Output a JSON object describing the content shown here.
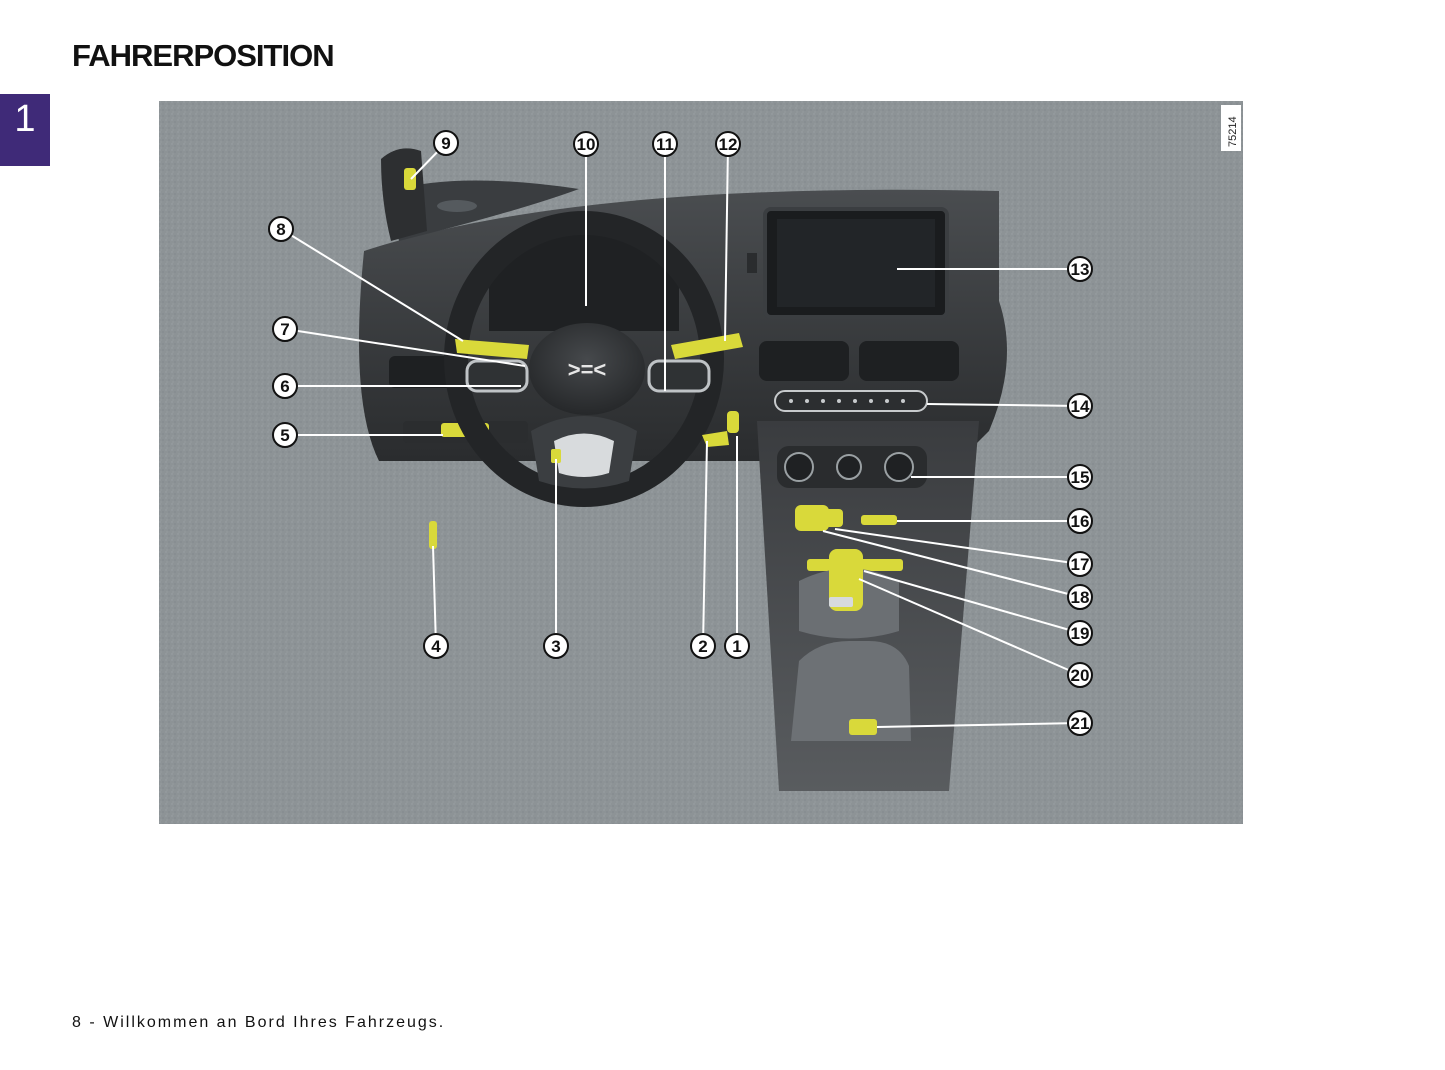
{
  "page": {
    "title": "FAHRERPOSITION",
    "chapter_number": "1",
    "footer": "8 - Willkommen an Bord Ihres Fahrzeugs."
  },
  "figure": {
    "reference_code": "75214",
    "callouts": [
      "1",
      "2",
      "3",
      "4",
      "5",
      "6",
      "7",
      "8",
      "9",
      "10",
      "11",
      "12",
      "13",
      "14",
      "15",
      "16",
      "17",
      "18",
      "19",
      "20",
      "21"
    ]
  },
  "colors": {
    "chapter_tab": "#3f2a78",
    "highlight": "#d9d93a",
    "background_gray": "#8d9396"
  }
}
